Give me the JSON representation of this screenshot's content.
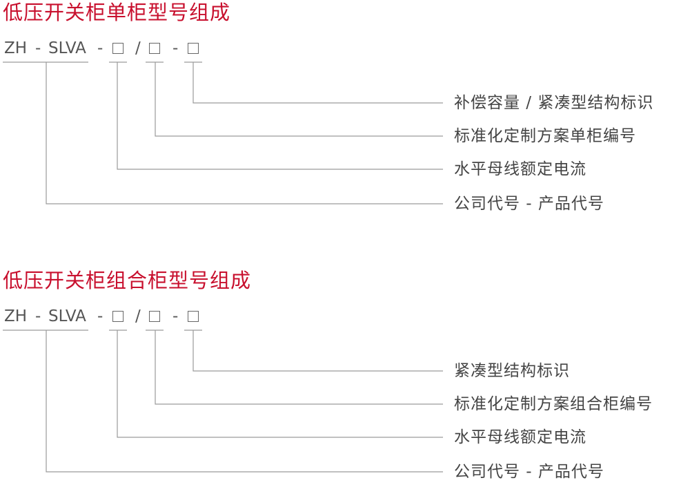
{
  "sections": [
    {
      "title": "低压开关柜单柜型号组成",
      "code": {
        "company": "ZH",
        "sep1": "-",
        "product": "SLVA",
        "sep2": "-",
        "sep3": "/",
        "sep4": "-"
      },
      "labels": [
        "补偿容量 / 紧凑型结构标识",
        "标准化定制方案单柜编号",
        "水平母线额定电流",
        "公司代号 - 产品代号"
      ]
    },
    {
      "title": "低压开关柜组合柜型号组成",
      "code": {
        "company": "ZH",
        "sep1": "-",
        "product": "SLVA",
        "sep2": "-",
        "sep3": "/",
        "sep4": "-"
      },
      "labels": [
        "紧凑型结构标识",
        "标准化定制方案组合柜编号",
        "水平母线额定电流",
        "公司代号 - 产品代号"
      ]
    }
  ],
  "colors": {
    "title": "#c8102e",
    "text": "#444444",
    "line": "#9a9a9a"
  }
}
